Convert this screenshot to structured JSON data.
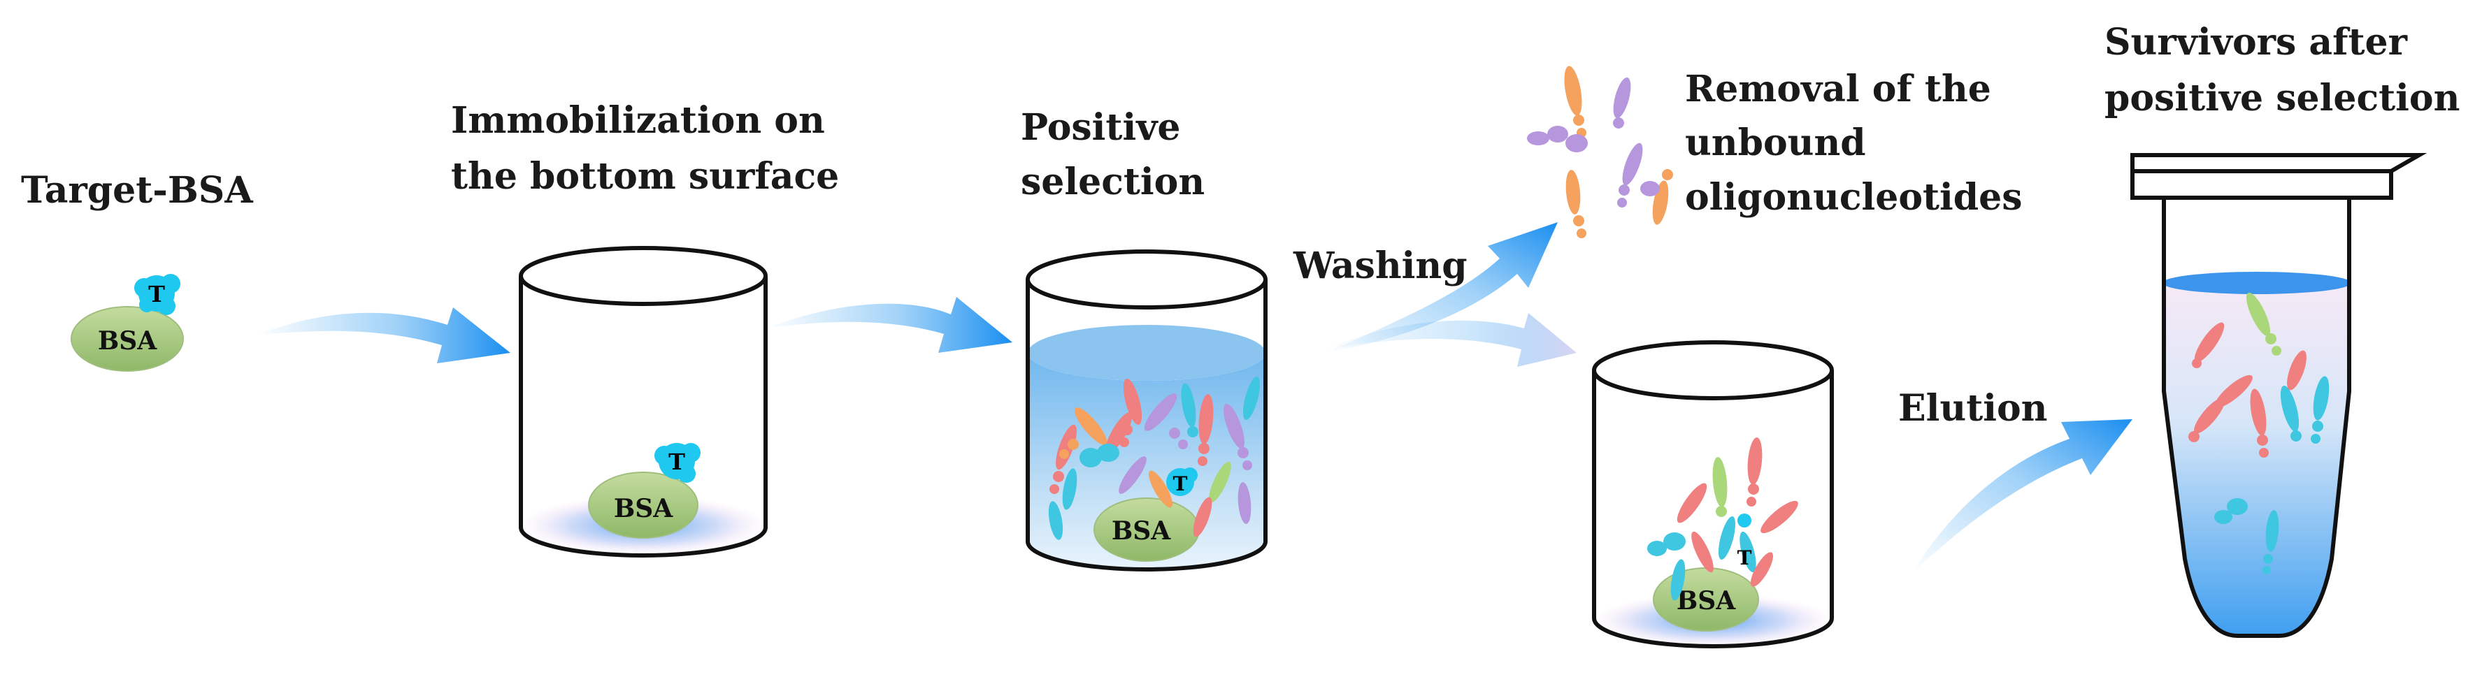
{
  "labels": {
    "target": "Target-BSA",
    "immobilization_line1": "Immobilization on",
    "immobilization_line2": "the bottom surface",
    "positive_line1": "Positive",
    "positive_line2": "selection",
    "washing": "Washing",
    "removal_line1": "Removal of the",
    "removal_line2": "unbound",
    "removal_line3": "oligonucleotides",
    "elution": "Elution",
    "survivors_line1": "Survivors after",
    "survivors_line2": "positive selection"
  },
  "molecule": {
    "protein": "BSA",
    "target_tag": "T"
  },
  "colors": {
    "arrow": "#2e9bf0",
    "bsa_fill": "#a7c97d",
    "target_fill": "#1fc8ee",
    "liquid": "#5aaeea",
    "oligo_red": "#f07f7f",
    "oligo_orange": "#f4a25e",
    "oligo_purple": "#b696dc",
    "oligo_cyan": "#3fc6e0",
    "oligo_green": "#a9d77a"
  }
}
